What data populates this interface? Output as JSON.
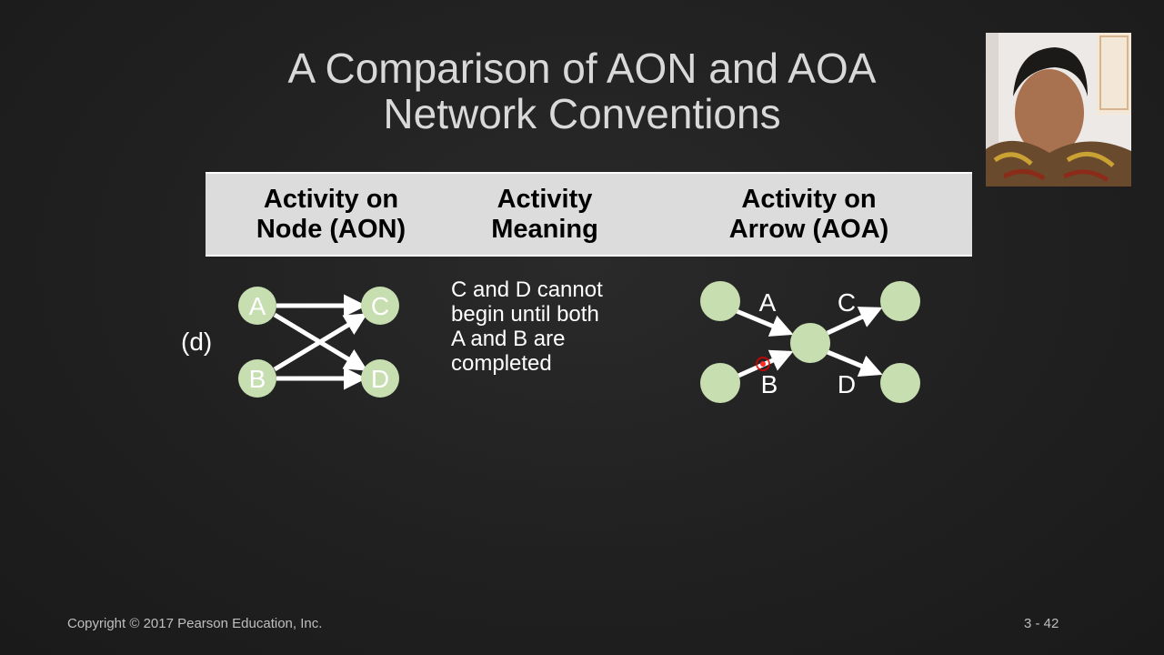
{
  "slide": {
    "title_line1": "A Comparison of AON and AOA",
    "title_line2": "Network Conventions"
  },
  "table": {
    "headers": {
      "aon_line1": "Activity on",
      "aon_line2": "Node (AON)",
      "meaning_line1": "Activity",
      "meaning_line2": "Meaning",
      "aoa_line1": "Activity on",
      "aoa_line2": "Arrow (AOA)"
    },
    "row": {
      "label": "(d)",
      "meaning_lines": [
        "C and D cannot",
        "begin until both",
        "A and B are",
        "completed"
      ],
      "aon_nodes": [
        "A",
        "B",
        "C",
        "D"
      ],
      "aoa_arrow_labels": [
        "A",
        "B",
        "C",
        "D"
      ]
    }
  },
  "footer": {
    "copyright": "Copyright © 2017 Pearson Education, Inc.",
    "page": "3 - 42"
  },
  "colors": {
    "node_fill": "#c6deb0",
    "header_band": "#dcdcdc",
    "arrow": "#ffffff",
    "laser_pointer": "#e00000"
  }
}
